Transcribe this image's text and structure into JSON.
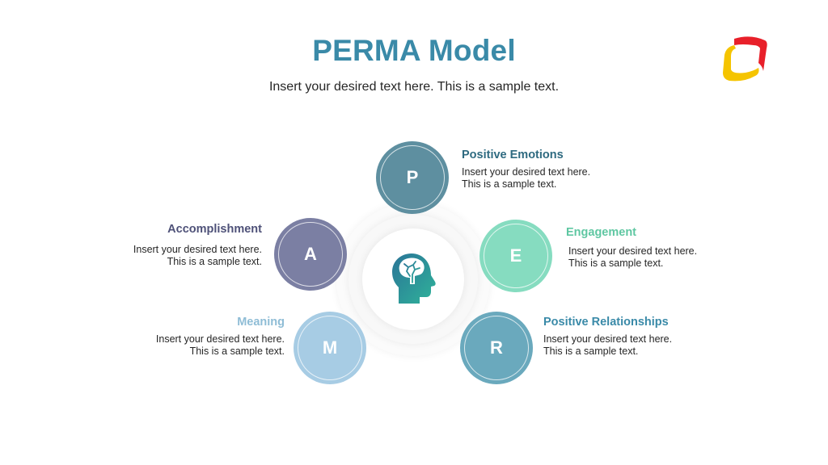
{
  "header": {
    "title": "PERMA Model",
    "subtitle": "Insert your desired text here. This is a sample text."
  },
  "logo": {
    "icon": "brand-logo-icon",
    "colors": [
      "#e8202a",
      "#f5c400"
    ]
  },
  "center": {
    "icon": "brain-head-icon",
    "gradient": [
      "#2a7a9a",
      "#2fb39a"
    ]
  },
  "items": [
    {
      "letter": "P",
      "heading": "Positive Emotions",
      "line1": "Insert your desired text here.",
      "line2": "This is a sample text.",
      "color": "#5e8fa0",
      "heading_color": "#2e6a80"
    },
    {
      "letter": "E",
      "heading": "Engagement",
      "line1": "Insert your desired text here.",
      "line2": "This is a sample text.",
      "color": "#86dcc0",
      "heading_color": "#5fc7a2"
    },
    {
      "letter": "R",
      "heading": "Positive Relationships",
      "line1": "Insert your desired text here.",
      "line2": "This is a sample text.",
      "color": "#6aa9bd",
      "heading_color": "#3a8aa8"
    },
    {
      "letter": "M",
      "heading": "Meaning",
      "line1": "Insert your desired text here.",
      "line2": "This is a sample text.",
      "color": "#a7cce4",
      "heading_color": "#8fbdd6"
    },
    {
      "letter": "A",
      "heading": "Accomplishment",
      "line1": "Insert your desired text here.",
      "line2": "This is a sample text.",
      "color": "#7b7fa3",
      "heading_color": "#4e5178"
    }
  ]
}
